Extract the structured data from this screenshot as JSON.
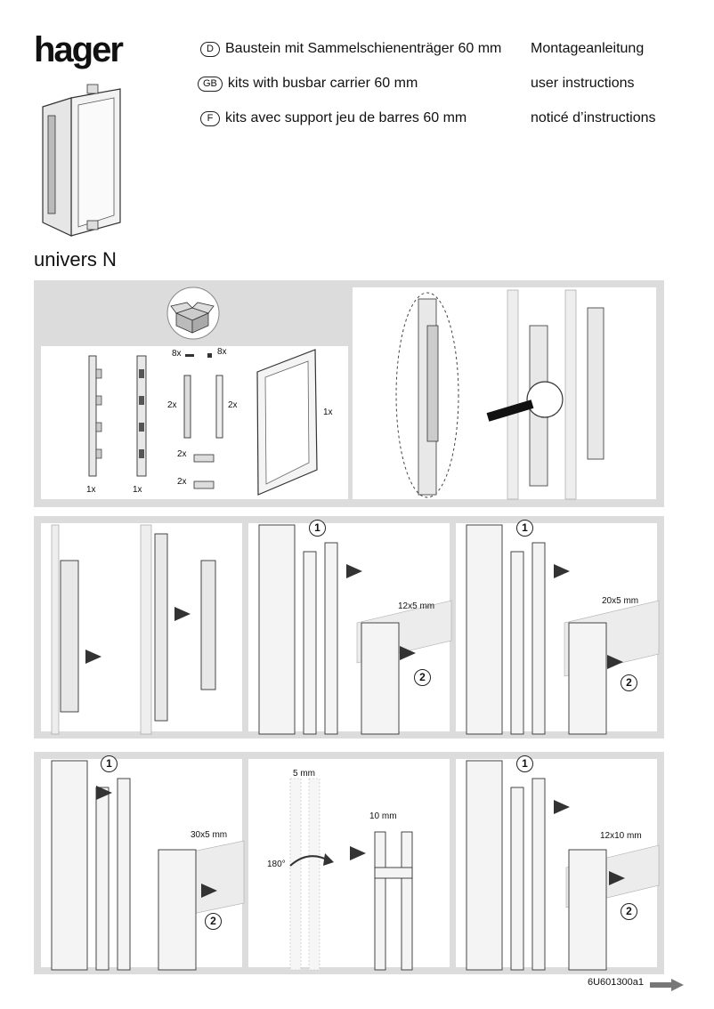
{
  "brand": "hager",
  "languages": [
    {
      "code": "D",
      "title": "Baustein mit Sammelschienenträger 60 mm",
      "doc": "Montageanleitung"
    },
    {
      "code": "GB",
      "title": "kits with busbar carrier 60 mm",
      "doc": "user instructions"
    },
    {
      "code": "F",
      "title": "kits avec support jeu de barres 60 mm",
      "doc": "noticé d’instructions"
    }
  ],
  "product": "univers N",
  "kit_contents": {
    "qty_carrier_a": "1x",
    "qty_carrier_b": "1x",
    "qty_screws_a": "8x",
    "qty_screws_b": "8x",
    "qty_clip_a": "2x",
    "qty_clip_b": "2x",
    "qty_small_a": "2x",
    "qty_small_b": "2x",
    "qty_cover": "1x"
  },
  "steps": {
    "step1_num": "1",
    "step2_num": "2",
    "bar_12x5": "12x5 mm",
    "bar_20x5": "20x5 mm",
    "bar_30x5": "30x5 mm",
    "bar_12x10": "12x10 mm",
    "label_5mm": "5 mm",
    "label_10mm": "10 mm",
    "rotate": "180°"
  },
  "doc_code": "6U601300a1"
}
